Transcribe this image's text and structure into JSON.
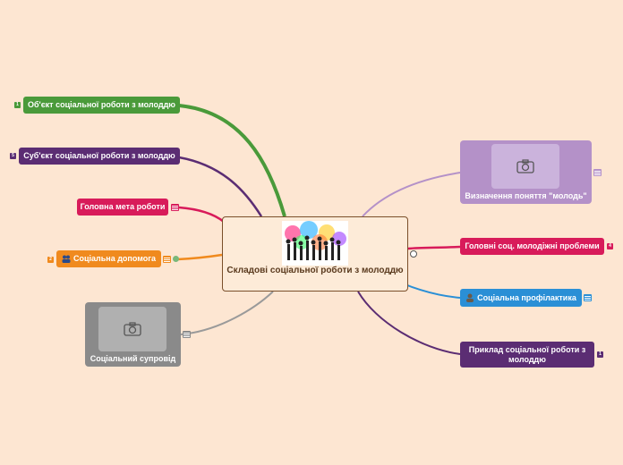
{
  "central": {
    "title": "Складові соціальної роботи з молоддю",
    "image_icon": "dancing-crowd-illustration"
  },
  "left_topics": [
    {
      "label": "Об'єкт соціальної роботи з молоддю",
      "badge": "1",
      "color": "#4a9a3a"
    },
    {
      "label": "Суб'єкт соціальної роботи з молоддю",
      "badge": "5",
      "color": "#5b2d73"
    },
    {
      "label": "Головна мета роботи",
      "color": "#d81b5a"
    },
    {
      "label": "Соціальна допомога",
      "badge": "2",
      "icon": "people-icon",
      "color": "#f08a1e"
    },
    {
      "label": "Соціальний супровід",
      "icon": "camera-icon",
      "color": "#8a8a8a"
    }
  ],
  "right_topics": [
    {
      "label": "Визначення поняття \"молодь\"",
      "icon": "camera-icon",
      "color": "#b491c8"
    },
    {
      "label": "Головні соц. молодіжні проблеми",
      "badge": "4",
      "color": "#d81b5a"
    },
    {
      "label": "Соціальна профілактика",
      "icon": "person-icon",
      "color": "#2a8fd6"
    },
    {
      "label": "Приклад соціальної роботи з молоддю",
      "badge": "1",
      "color": "#5b2d73"
    }
  ],
  "colors": {
    "background": "#fde6d2",
    "green": "#4a9a3a",
    "purple": "#5b2d73",
    "crimson": "#d81b5a",
    "orange": "#f08a1e",
    "gray": "#8a8a8a",
    "lavender": "#b491c8",
    "blue": "#2a8fd6"
  }
}
